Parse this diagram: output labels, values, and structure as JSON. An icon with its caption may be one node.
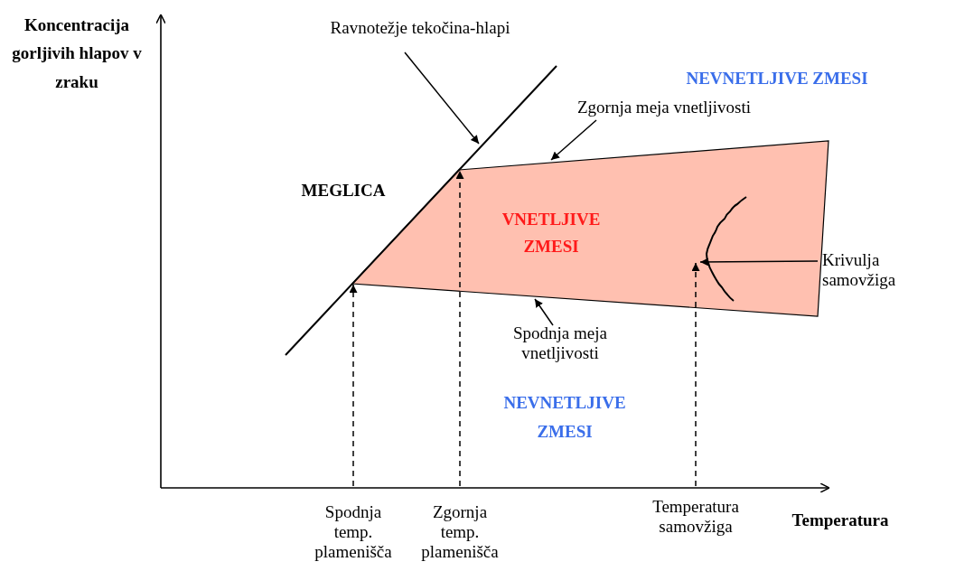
{
  "diagram": {
    "nodes": [
      {
        "text": [
          "Ravnotežje tekočina-hlapi"
        ]
      },
      {
        "text": [
          "Zgornja meja vnetljivosti"
        ]
      },
      {
        "text": [
          "Spodnja meja vnetljivosti"
        ]
      },
      {
        "text": [
          "Krivulja samovžiga"
        ]
      },
      {
        "text": [
          "Spodnja temp. plamenišča"
        ]
      },
      {
        "text": [
          "Zgornja temp. plamenišča"
        ]
      },
      {
        "text": [
          "Temperatura samovžiga"
        ]
      },
      {
        "text": [
          "VNETLJIVE ZMESI"
        ]
      }
    ],
    "edges": [
      {
        "from": 0,
        "to": 7,
        "arrow": "to"
      },
      {
        "from": 1,
        "to": 7,
        "arrow": "to"
      },
      {
        "from": 2,
        "to": 7,
        "arrow": "to"
      },
      {
        "from": 3,
        "to": 7,
        "arrow": "to"
      },
      {
        "from": 4,
        "to": 7,
        "arrow": "to",
        "style": "dashed"
      },
      {
        "from": 5,
        "to": 7,
        "arrow": "to",
        "style": "dashed"
      },
      {
        "from": 6,
        "to": 7,
        "arrow": "to",
        "style": "dashed"
      }
    ],
    "labels": [
      "Koncentracija gorljivih hlapov v zraku",
      "NEVNETLJIVE ZMESI",
      "MEGLICA",
      "NEVNETLJIVE ZMESI",
      "Temperatura"
    ]
  }
}
